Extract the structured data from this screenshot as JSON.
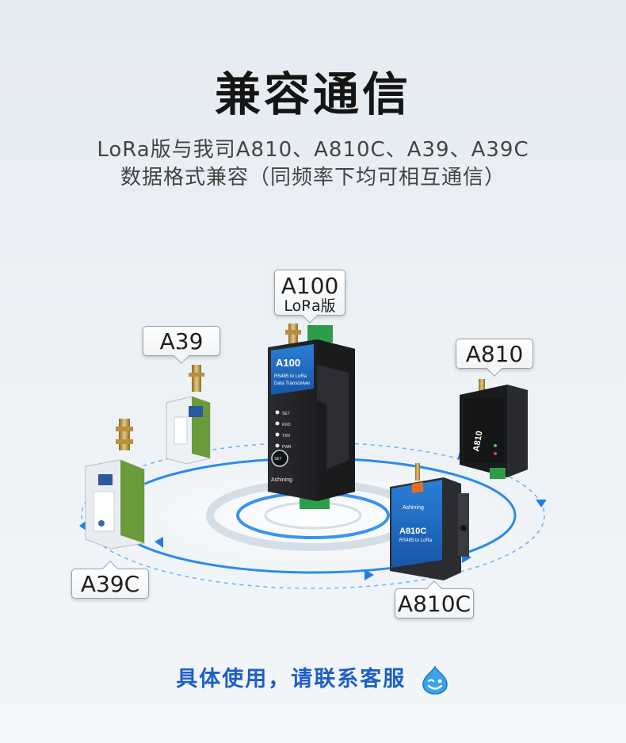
{
  "title": "兼容通信",
  "subtitle_line1": "LoRa版与我司A810、A810C、A39、A39C",
  "subtitle_line2": "数据格式兼容（同频率下均可相互通信）",
  "devices": {
    "a100": {
      "label": "A100",
      "sublabel": "LoRa版",
      "body_title": "A100",
      "body_sub1": "RS485 to LoRa",
      "body_sub2": "Data Transceiver",
      "leds": [
        "SET",
        "RXD",
        "TXD",
        "PWR"
      ],
      "button": "SET",
      "brand": "Ashining"
    },
    "a39": {
      "label": "A39"
    },
    "a39c": {
      "label": "A39C"
    },
    "a810": {
      "label": "A810",
      "body_title": "A810"
    },
    "a810c": {
      "label": "A810C",
      "body_title": "A810C",
      "body_sub": "RS485 to LoRa",
      "brand": "Ashining"
    }
  },
  "footer": "具体使用，请联系客服",
  "colors": {
    "accent": "#1f5fc6",
    "ring": "#2a8be8"
  }
}
